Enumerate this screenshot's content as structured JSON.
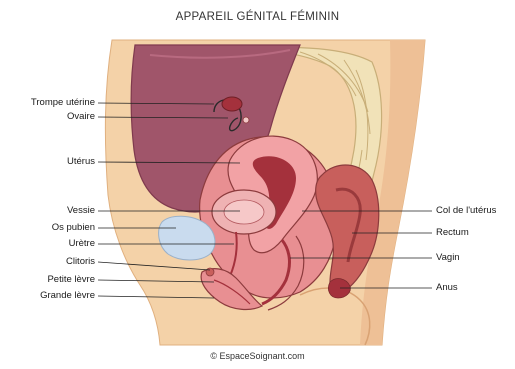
{
  "title": "APPAREIL GÉNITAL FÉMININ",
  "credit": "© EspaceSoignant.com",
  "colors": {
    "skin": "#f4d2a8",
    "skin_dark": "#e7b585",
    "bone": "#f1e2b8",
    "bone_outline": "#c8ae78",
    "cavity": "#a0556a",
    "organ": "#e88f92",
    "organ_dark": "#a4313c",
    "bladder": "#c9dbee",
    "outline": "#8c3b3d",
    "leader": "#222222"
  },
  "labels_left": [
    {
      "key": "trompe",
      "text": "Trompe utérine"
    },
    {
      "key": "ovaire",
      "text": "Ovaire"
    },
    {
      "key": "uterus",
      "text": "Utérus"
    },
    {
      "key": "vessie",
      "text": "Vessie"
    },
    {
      "key": "os_pubien",
      "text": "Os pubien"
    },
    {
      "key": "uretre",
      "text": "Urètre"
    },
    {
      "key": "clitoris",
      "text": "Clitoris"
    },
    {
      "key": "petite_levre",
      "text": "Petite lèvre"
    },
    {
      "key": "grande_levre",
      "text": "Grande lèvre"
    }
  ],
  "labels_right": [
    {
      "key": "col",
      "text": "Col de l'utérus"
    },
    {
      "key": "rectum",
      "text": "Rectum"
    },
    {
      "key": "vagin",
      "text": "Vagin"
    },
    {
      "key": "anus",
      "text": "Anus"
    }
  ]
}
